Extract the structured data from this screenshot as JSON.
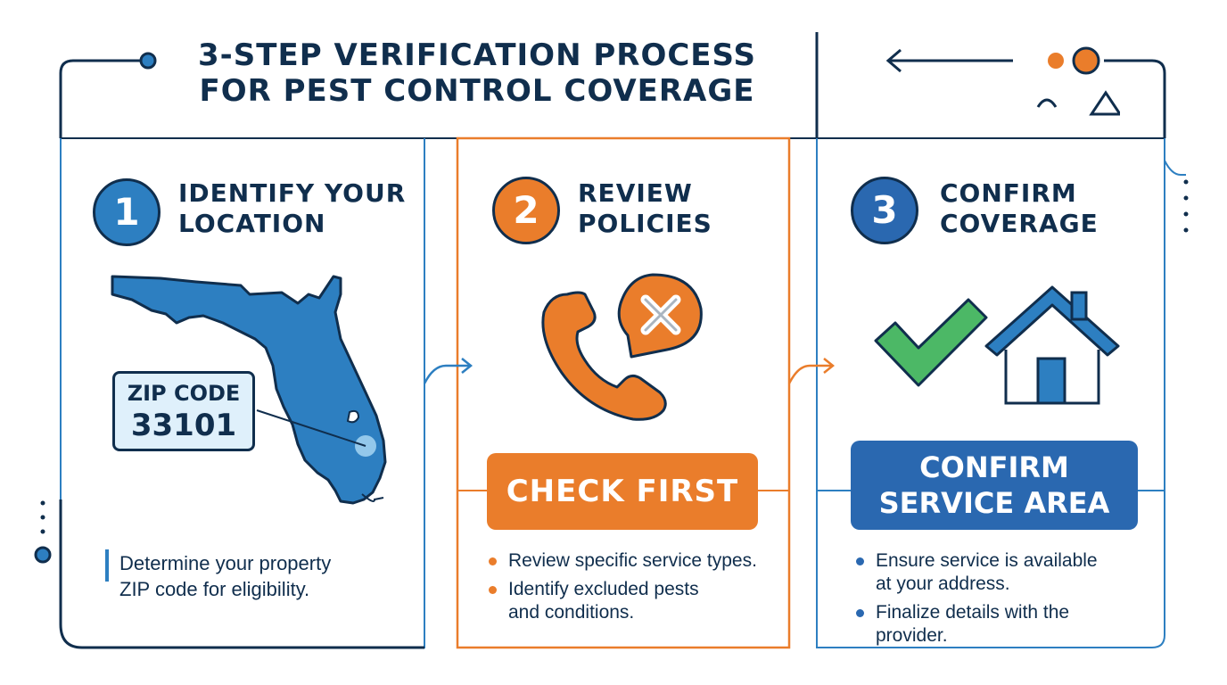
{
  "title": {
    "line1": "3-STEP VERIFICATION PROCESS",
    "line2": "FOR PEST CONTROL COVERAGE"
  },
  "colors": {
    "navy": "#102e4d",
    "blue": "#2d7fc1",
    "orange": "#ea7d2b",
    "green": "#4cb866",
    "button_blue": "#2a68b0"
  },
  "steps": [
    {
      "number": "1",
      "heading_line1": "IDENTIFY YOUR",
      "heading_line2": "LOCATION",
      "icon": "florida-map-icon",
      "zip_label": "ZIP CODE",
      "zip_value": "33101",
      "description_line1": "Determine your property",
      "description_line2": "ZIP code for eligibility."
    },
    {
      "number": "2",
      "heading_line1": "REVIEW",
      "heading_line2": "POLICIES",
      "icon": "phone-with-x-icon",
      "button": "CHECK FIRST",
      "bullets": [
        {
          "line1": "Review specific service types.",
          "line2": ""
        },
        {
          "line1": "Identify excluded pests",
          "line2": "and conditions."
        }
      ]
    },
    {
      "number": "3",
      "heading_line1": "CONFIRM",
      "heading_line2": "COVERAGE",
      "icons": [
        "checkmark-icon",
        "house-icon"
      ],
      "button_line1": "CONFIRM",
      "button_line2": "SERVICE AREA",
      "bullets": [
        {
          "line1": "Ensure service is available",
          "line2": "at your address."
        },
        {
          "line1": "Finalize details with the",
          "line2": "provider."
        }
      ]
    }
  ]
}
